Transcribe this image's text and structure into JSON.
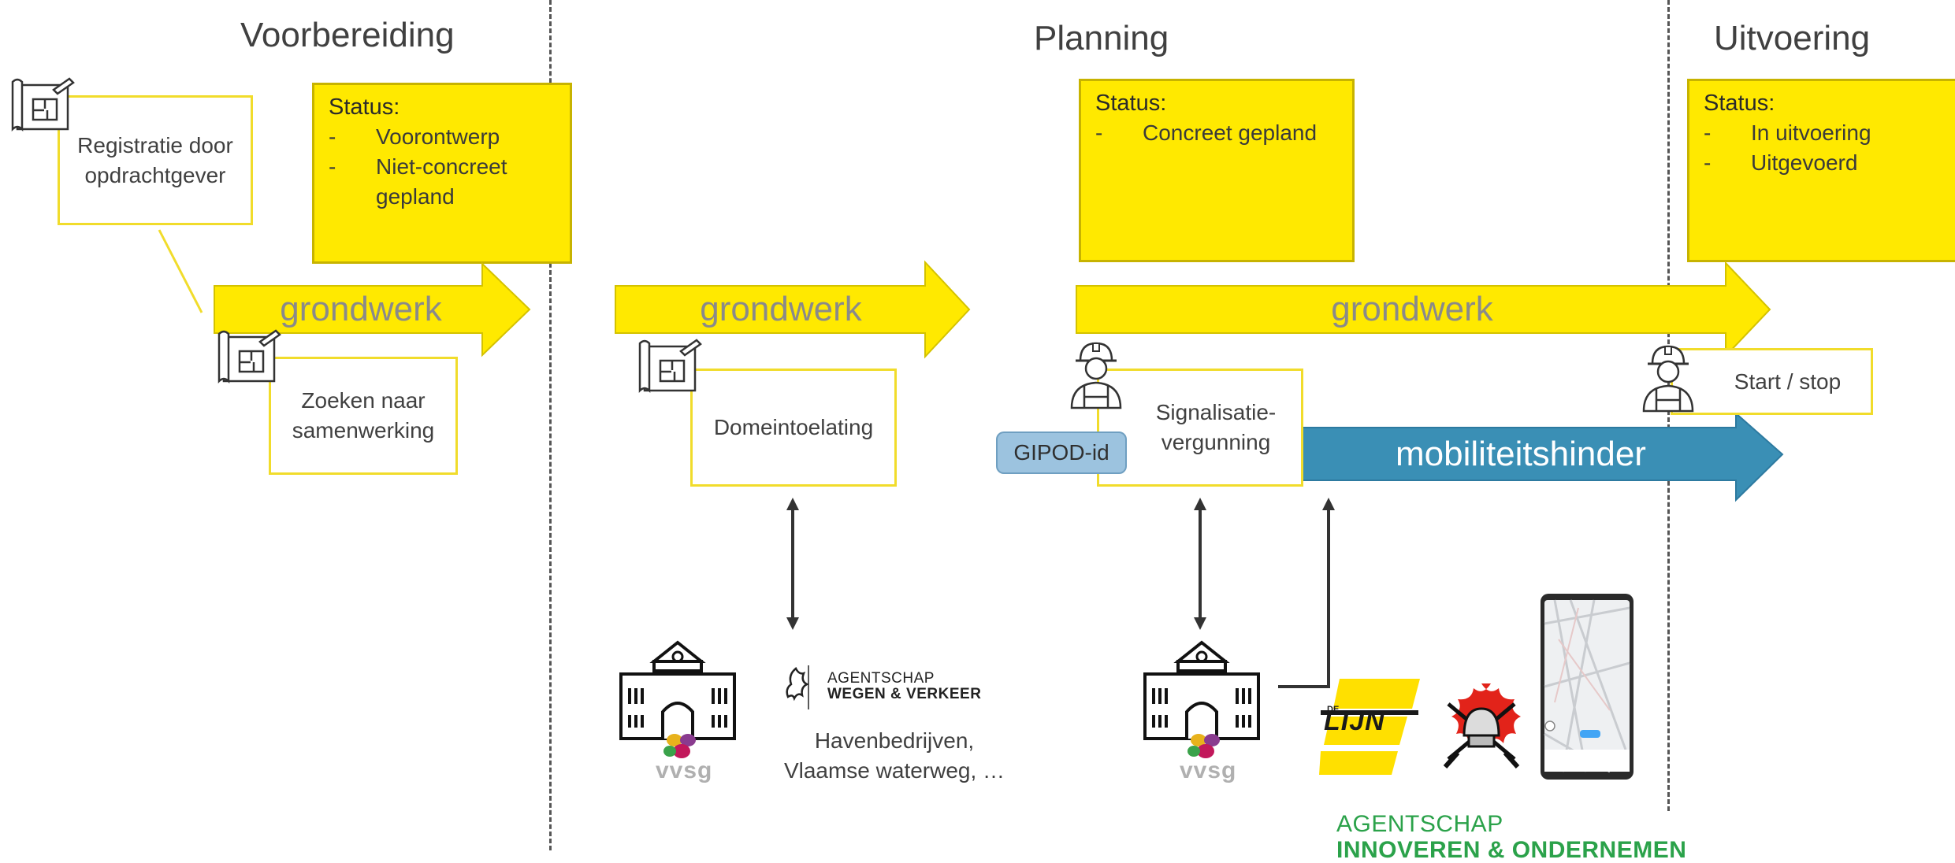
{
  "phases": {
    "voorbereiding": "Voorbereiding",
    "planning": "Planning",
    "uitvoering": "Uitvoering"
  },
  "status_boxes": {
    "voorbereiding": {
      "title": "Status:",
      "items": [
        "Voorontwerp",
        "Niet-concreet gepland"
      ]
    },
    "planning": {
      "title": "Status:",
      "items": [
        "Concreet gepland"
      ]
    },
    "uitvoering": {
      "title": "Status:",
      "items": [
        "In uitvoering",
        "Uitgevoerd"
      ]
    }
  },
  "bullet_dash": "-",
  "steps": {
    "registratie": "Registratie door opdrachtgever",
    "zoeken": "Zoeken naar samenwerking",
    "domeintoelating": "Domeintoelating",
    "signalisatie": "Signalisatie-vergunning",
    "startstop": "Start / stop"
  },
  "arrows": {
    "grondwerk_1": "grondwerk",
    "grondwerk_2": "grondwerk",
    "grondwerk_3": "grondwerk",
    "mobiliteitshinder": "mobiliteitshinder"
  },
  "gipod": "GIPOD-id",
  "agency_wv": {
    "line1": "AGENTSCHAP",
    "line2": "WEGEN & VERKEER"
  },
  "havenbedrijven": "Havenbedrijven, Vlaamse waterweg, …",
  "vvsg": "vvsg",
  "vvsg_2": "vvsg",
  "delijn": {
    "small": "DE",
    "main": "LIJN"
  },
  "vlaio": {
    "line1": "AGENTSCHAP",
    "line2": "INNOVEREN & ONDERNEMEN"
  },
  "colors": {
    "yellow": "#ffe900",
    "yellow_border": "#f1dc2b",
    "blue_arrow": "#3a8fb5",
    "vlaio_green": "#2ba24a"
  },
  "icons": [
    "blueprint-icon",
    "worker-icon",
    "town-hall-icon",
    "fire-brigade-icon",
    "smartphone-map-icon"
  ]
}
